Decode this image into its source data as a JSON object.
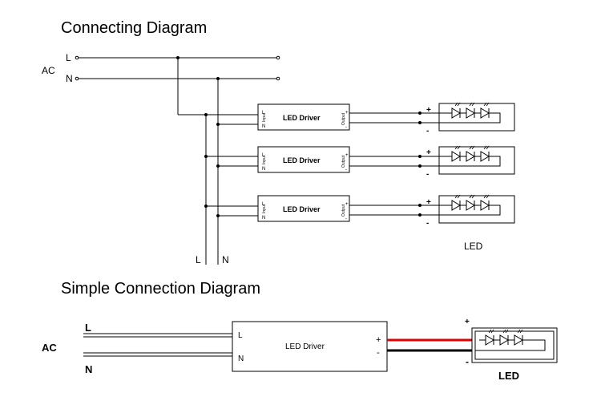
{
  "top": {
    "title": "Connecting Diagram",
    "ac_label": "AC",
    "line_label": "L",
    "neutral_label": "N",
    "bottom_l_label": "L",
    "bottom_n_label": "N",
    "drivers": [
      {
        "label": "LED Driver",
        "input_l": "L",
        "input_n": "N",
        "input_text": "Input",
        "output_text": "Output",
        "plus": "+",
        "minus": "-"
      },
      {
        "label": "LED Driver",
        "input_l": "L",
        "input_n": "N",
        "input_text": "Input",
        "output_text": "Output",
        "plus": "+",
        "minus": "-"
      },
      {
        "label": "LED Driver",
        "input_l": "L",
        "input_n": "N",
        "input_text": "Input",
        "output_text": "Output",
        "plus": "+",
        "minus": "-"
      }
    ],
    "led_label": "LED"
  },
  "bottom": {
    "title": "Simple Connection Diagram",
    "ac_label": "AC",
    "line_label": "L",
    "neutral_label": "N",
    "driver_label": "LED Driver",
    "driver_l": "L",
    "driver_n": "N",
    "driver_plus": "+",
    "driver_minus": "-",
    "out_plus": "+",
    "out_minus": "-",
    "led_label": "LED"
  },
  "colors": {
    "positive_wire": "#e00000",
    "negative_wire": "#000000",
    "line": "#000000"
  }
}
